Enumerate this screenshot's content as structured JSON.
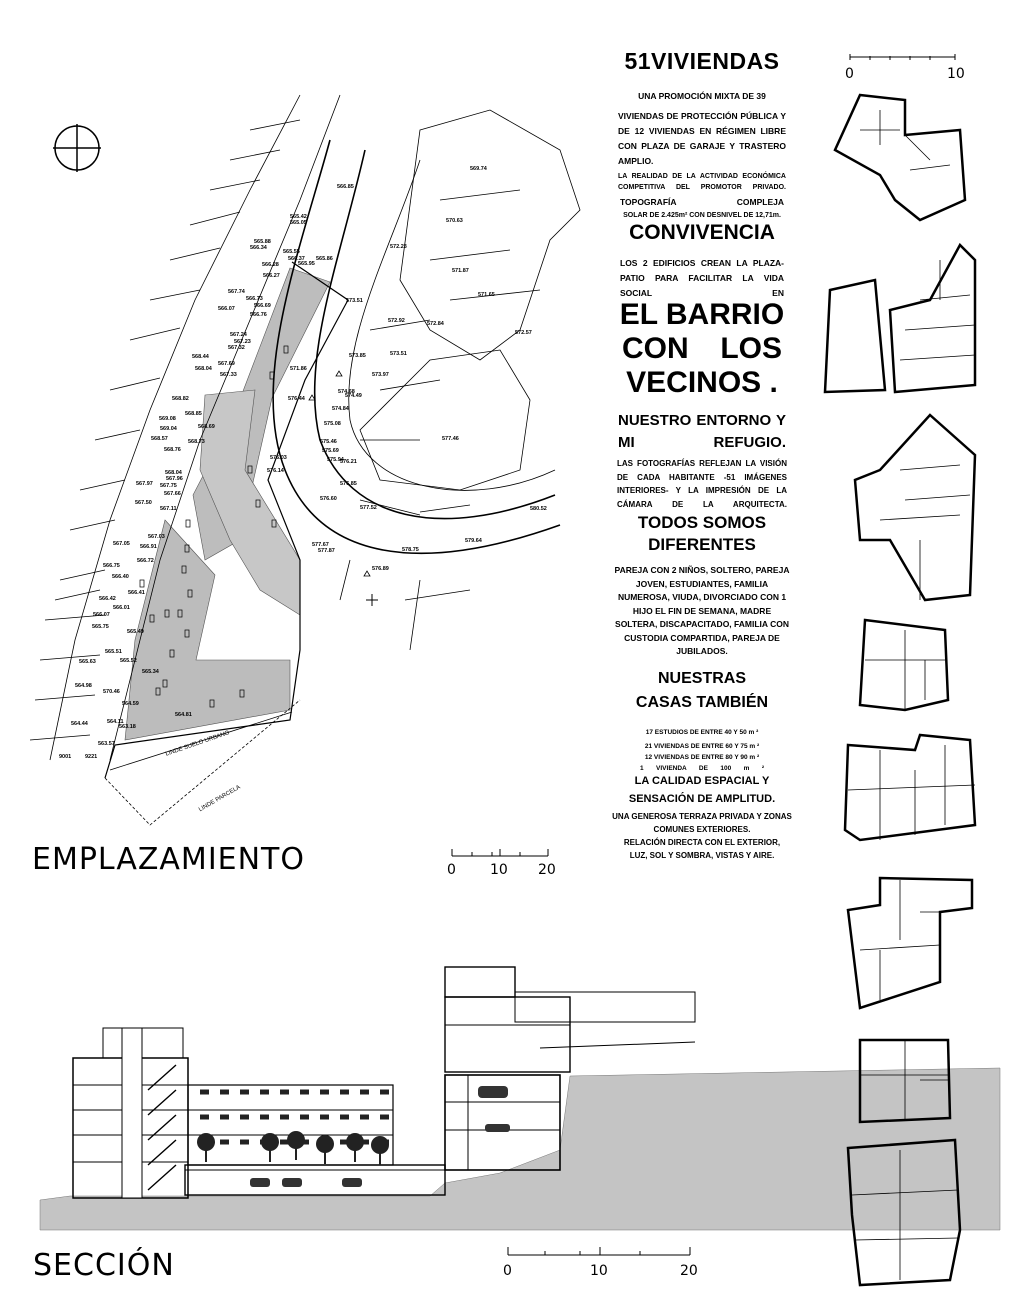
{
  "labels": {
    "emplazamiento": "EMPLAZAMIENTO",
    "seccion": "SECCIÓN",
    "linde_urbano": "LINDE SUELO URBANO",
    "linde_parcela": "LINDE PARCELA"
  },
  "scales": {
    "plans": [
      "0",
      "10"
    ],
    "site": [
      "0",
      "10",
      "20"
    ],
    "section": [
      "0",
      "10",
      "20"
    ]
  },
  "text": {
    "title": "51VIVIENDAS",
    "intro1": "UNA PROMOCIÓN MIXTA DE 39",
    "intro2": "VIVIENDAS DE PROTECCIÓN PÚBLICA Y DE 12 VIVIENDAS EN RÉGIMEN LIBRE CON PLAZA DE GARAJE Y TRASTERO AMPLIO.",
    "econ": "LA REALIDAD DE LA ACTIVIDAD ECONÓMICA COMPETITIVA DEL PROMOTOR PRIVADO.",
    "topo": "TOPOGRAFÍA COMPLEJA",
    "solar": "SOLAR DE 2.425m² CON DESNIVEL DE 12,71m.",
    "convivencia": "CONVIVENCIA",
    "edificios": "LOS 2 EDIFICIOS CREAN LA PLAZA-PATIO PARA FACILITAR LA VIDA SOCIAL EN",
    "barrio1": "EL BARRIO",
    "barrio2": "CON LOS",
    "barrio3": "VECINOS .",
    "entorno": "NUESTRO ENTORNO Y MI REFUGIO.",
    "fotos": "LAS FOTOGRAFÍAS REFLEJAN LA VISIÓN DE CADA HABITANTE -51 IMÁGENES INTERIORES- Y LA IMPRESIÓN DE LA CÁMARA DE LA ARQUITECTA.",
    "todos1": "TODOS SOMOS",
    "todos2": "DIFERENTES",
    "familias": "PAREJA CON 2 NIÑOS, SOLTERO, PAREJA JOVEN, ESTUDIANTES, FAMILIA NUMEROSA, VIUDA, DIVORCIADO CON 1 HIJO EL FIN DE SEMANA, MADRE SOLTERA, DISCAPACITADO, FAMILIA CON CUSTODIA COMPARTIDA, PAREJA DE JUBILADOS.",
    "casas1": "NUESTRAS",
    "casas2": "CASAS TAMBIÉN",
    "list1": "17 ESTUDIOS DE ENTRE 40 Y 50 m ²",
    "list2": "21 VIVIENDAS DE ENTRE 60 Y 75 m ²",
    "list3": "12 VIVIENDAS DE ENTRE 80 Y 90 m ²",
    "list4": "1 VIVIENDA DE 100 m ²",
    "calidad": "LA CALIDAD ESPACIAL Y SENSACIÓN DE AMPLITUD.",
    "terraza": "UNA GENEROSA TERRAZA PRIVADA Y ZONAS COMUNES EXTERIORES.",
    "relacion": "RELACIÓN DIRECTA CON EL EXTERIOR, LUZ, SOL Y SOMBRA, VISTAS Y AIRE."
  },
  "levels": [
    "569.74",
    "570.63",
    "572.23",
    "571.87",
    "571.65",
    "572.57",
    "573.51",
    "572.92",
    "572.84",
    "573.85",
    "573.51",
    "573.97",
    "574.68",
    "574.49",
    "576.44",
    "574.84",
    "575.08",
    "575.46",
    "575.69",
    "575.94",
    "576.21",
    "576.14",
    "576.03",
    "576.60",
    "577.46",
    "576.85",
    "577.52",
    "578.75",
    "579.64",
    "580.52",
    "576.89",
    "577.67",
    "577.87",
    "566.85",
    "565.42",
    "565.05",
    "565.88",
    "566.34",
    "565.55",
    "566.37",
    "566.28",
    "565.95",
    "565.86",
    "566.27",
    "567.74",
    "566.73",
    "566.07",
    "566.69",
    "566.76",
    "567.32",
    "567.24",
    "567.23",
    "568.44",
    "568.04",
    "567.69",
    "567.33",
    "571.86",
    "568.82",
    "568.85",
    "569.08",
    "569.04",
    "568.69",
    "568.57",
    "568.73",
    "568.76",
    "568.04",
    "567.96",
    "567.97",
    "567.75",
    "567.66",
    "567.50",
    "567.11",
    "567.03",
    "567.05",
    "566.91",
    "566.75",
    "566.72",
    "566.40",
    "566.42",
    "566.41",
    "566.07",
    "566.01",
    "565.75",
    "565.49",
    "565.51",
    "565.63",
    "565.52",
    "565.34",
    "564.98",
    "570.46",
    "564.59",
    "564.81",
    "564.44",
    "564.11",
    "563.18",
    "563.57",
    "9001",
    "9221"
  ]
}
